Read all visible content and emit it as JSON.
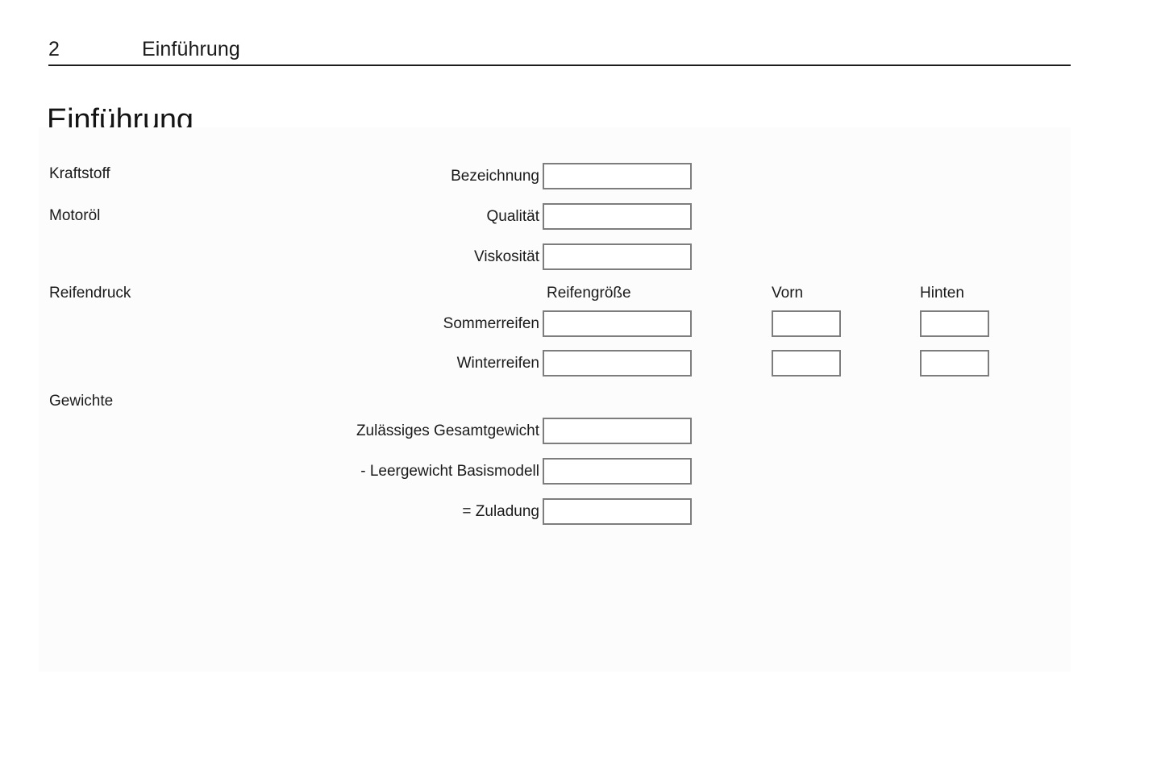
{
  "header": {
    "page_number": "2",
    "title": "Einführung"
  },
  "chapter": {
    "title": "Einführung"
  },
  "sections": [
    {
      "label": "Kraftstoff"
    },
    {
      "label": "Motoröl"
    },
    {
      "label": "Reifendruck"
    },
    {
      "label": "Gewichte"
    }
  ],
  "column_headers": {
    "tire_size": "Reifengröße",
    "front": "Vorn",
    "rear": "Hinten"
  },
  "fields": {
    "bezeichnung": {
      "label": "Bezeichnung",
      "value": "",
      "placeholder": ""
    },
    "qualitaet": {
      "label": "Qualität",
      "value": "",
      "placeholder": ""
    },
    "viskositaet": {
      "label": "Viskosität",
      "value": "",
      "placeholder": ""
    },
    "sommerreifen": {
      "label": "Sommerreifen",
      "size_value": "",
      "front_value": "",
      "rear_value": ""
    },
    "winterreifen": {
      "label": "Winterreifen",
      "size_value": "",
      "front_value": "",
      "rear_value": ""
    },
    "gesamtgewicht": {
      "label": "Zulässiges Gesamtgewicht",
      "value": ""
    },
    "leergewicht": {
      "label": "- Leergewicht Basismodell",
      "value": ""
    },
    "zuladung": {
      "label": "= Zuladung",
      "value": ""
    }
  },
  "colors": {
    "panel_background": "#fcfcfc",
    "page_background": "#ffffff",
    "text": "#1a1a1a",
    "rule": "#1d1d1d",
    "box_border": "#7d7d7d",
    "box_fill": "#ffffff"
  }
}
